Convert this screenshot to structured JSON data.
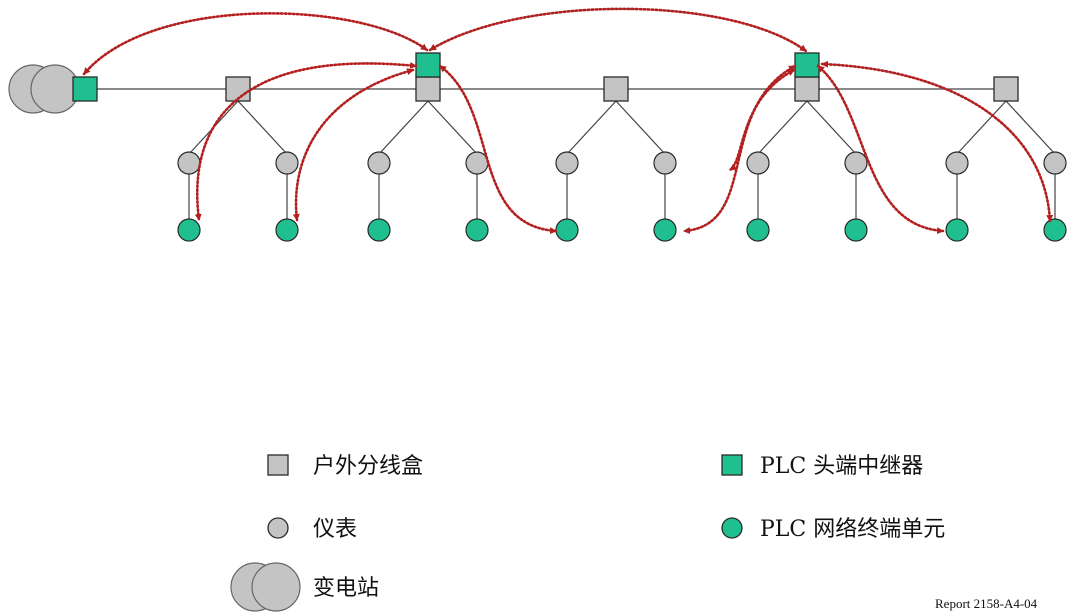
{
  "colors": {
    "box_fill": "#c4c4c4",
    "box_stroke": "#2a2a2a",
    "plc_fill": "#1fbf8f",
    "meter_fill": "#c4c4c4",
    "terminal_fill": "#1fbf8f",
    "line": "#444444",
    "link": "#b32020"
  },
  "legend": {
    "outdoor_box": "户外分线盒",
    "meter": "仪表",
    "substation": "变电站",
    "plc_repeater": "PLC 头端中继器",
    "plc_terminal": "PLC 网络终端单元"
  },
  "report_label": "Report 2158-A4-04"
}
